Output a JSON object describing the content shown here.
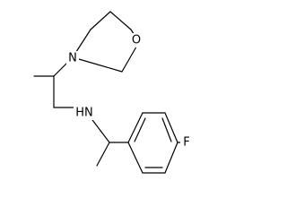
{
  "structure": {
    "labels": {
      "oxygen": "O",
      "nitrogen_ring": "N",
      "amine": "HN",
      "fluorine": "F"
    }
  }
}
